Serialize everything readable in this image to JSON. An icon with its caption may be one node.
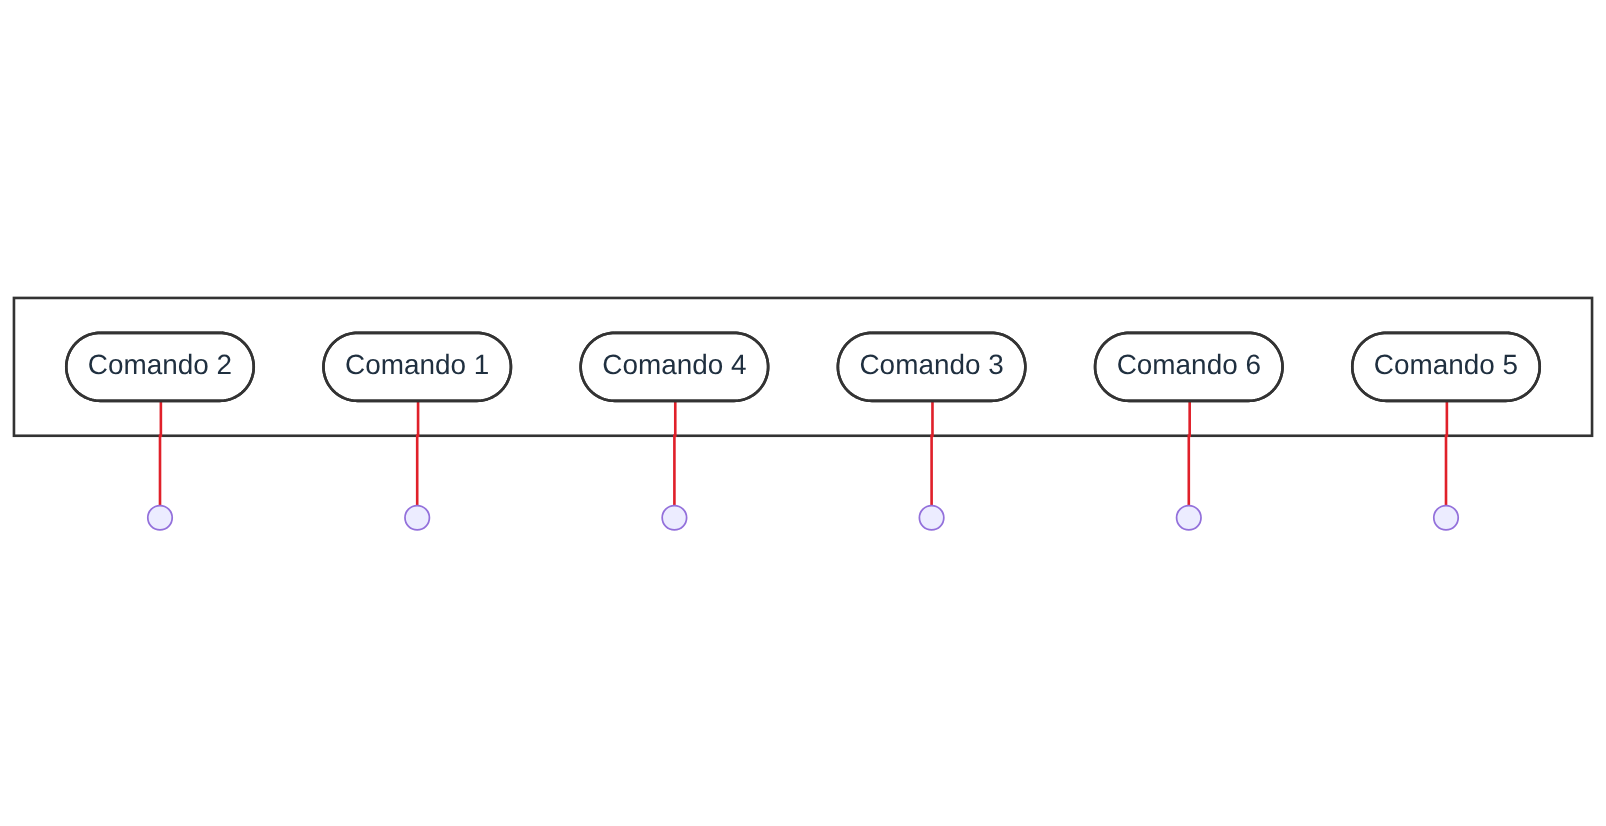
{
  "diagram": {
    "nodes": [
      {
        "text": [],
        "shape": "box"
      },
      {
        "text": [
          "Comando 1"
        ],
        "in": 0
      },
      {
        "text": [
          "Comando 3"
        ],
        "in": 0
      },
      {
        "text": [
          "Comando 5"
        ],
        "in": 0
      },
      {
        "text": [
          "Comando 2"
        ],
        "in": 0
      },
      {
        "text": [
          "Comando 4"
        ],
        "in": 0
      },
      {
        "text": [
          "Comando 6"
        ],
        "in": 0
      },
      {
        "text": [],
        "shape": "circle"
      },
      {
        "text": [],
        "shape": "circle"
      },
      {
        "text": [],
        "shape": "circle"
      },
      {
        "text": [],
        "shape": "circle"
      },
      {
        "text": [],
        "shape": "circle"
      },
      {
        "text": [],
        "shape": "circle"
      }
    ],
    "edges": [
      {
        "from": 4,
        "to": 7,
        "arrow": "none"
      },
      {
        "from": 1,
        "to": 8,
        "arrow": "none"
      },
      {
        "from": 5,
        "to": 9,
        "arrow": "none"
      },
      {
        "from": 2,
        "to": 10,
        "arrow": "none"
      },
      {
        "from": 6,
        "to": 11,
        "arrow": "none"
      },
      {
        "from": 3,
        "to": 12,
        "arrow": "none"
      }
    ]
  }
}
